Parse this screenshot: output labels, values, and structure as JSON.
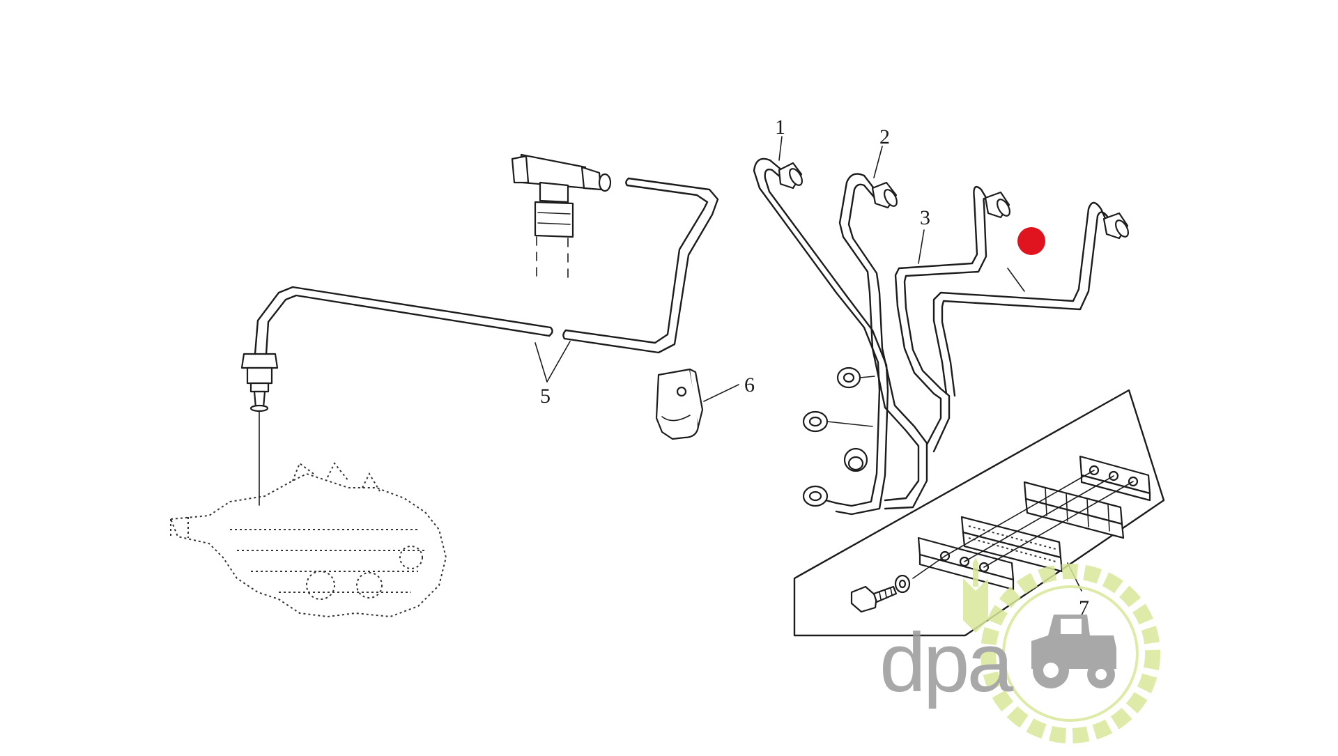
{
  "callouts": [
    "1",
    "2",
    "3",
    "5",
    "6",
    "7"
  ],
  "highlight_color": "#e0141e",
  "watermark": {
    "text": "dpa",
    "text_color": "#9a9a9a",
    "gear_color": "#d9e89a",
    "wheat_color": "#d9e89a"
  }
}
